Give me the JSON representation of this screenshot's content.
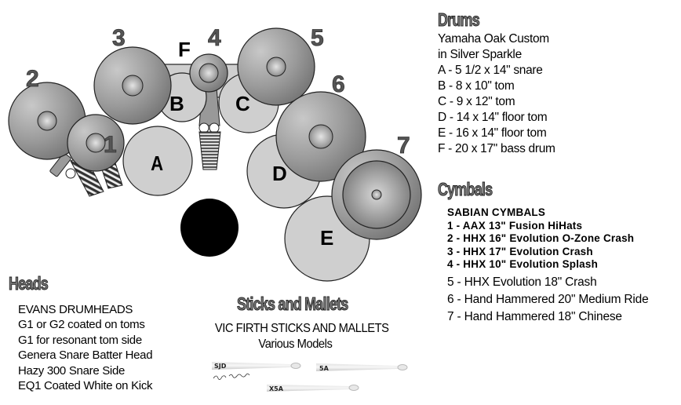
{
  "diagram": {
    "cymbal_numbers": [
      "1",
      "2",
      "3",
      "4",
      "5",
      "6",
      "7"
    ],
    "drum_letters": [
      "A",
      "B",
      "C",
      "D",
      "E",
      "F"
    ]
  },
  "drums": {
    "heading": "Drums",
    "lines": [
      "Yamaha Oak Custom",
      "in Silver Sparkle",
      "A - 5 1/2 x 14\" snare",
      "B - 8 x 10\" tom",
      "C - 9 x 12\" tom",
      "D - 14 x 14\" floor tom",
      "E - 16 x 14\" floor tom",
      "F - 20 x 17\" bass drum"
    ]
  },
  "cymbals": {
    "heading": "Cymbals",
    "brand": "SABIAN CYMBALS",
    "items_small": [
      "1 - AAX 13\" Fusion HiHats",
      "2 - HHX 16\" Evolution O-Zone Crash",
      "3 - HHX 17\" Evolution Crash",
      "4 - HHX 10\" Evolution Splash"
    ],
    "items_large": [
      "5 - HHX Evolution 18\" Crash",
      "6 - Hand Hammered 20\" Medium Ride",
      "7 - Hand Hammered 18\" Chinese"
    ]
  },
  "heads": {
    "heading": "Heads",
    "lines": [
      "EVANS DRUMHEADS",
      "G1 or G2 coated on toms",
      "G1 for resonant tom side",
      "Genera Snare Batter Head",
      "Hazy 300 Snare Side",
      "EQ1 Coated White on Kick"
    ]
  },
  "sticks": {
    "heading": "Sticks and Mallets",
    "brand": "VIC FIRTH STICKS AND MALLETS",
    "subtitle": "Various Models",
    "models": [
      "SJD",
      "5A",
      "X5A"
    ]
  }
}
